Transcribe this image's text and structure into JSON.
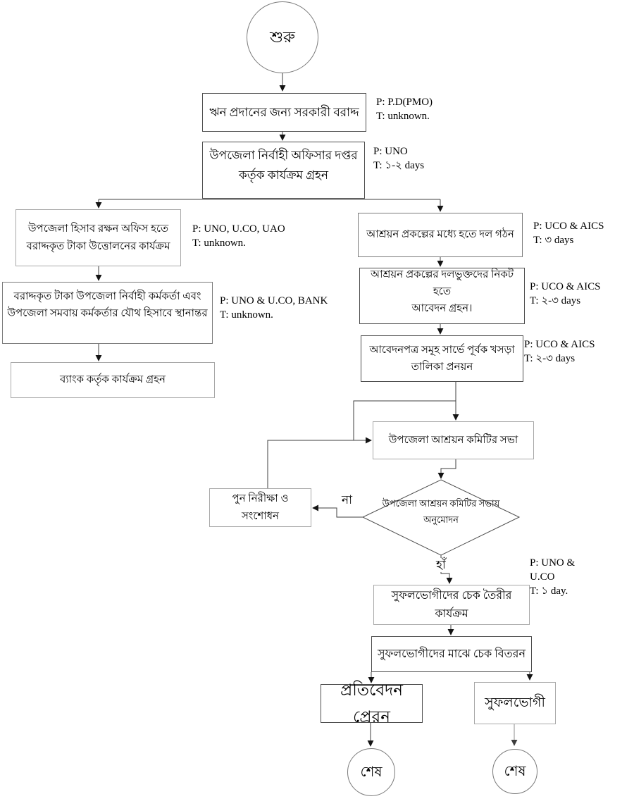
{
  "colors": {
    "background": "#ffffff",
    "line": "#3f3f3f",
    "text": "#000000"
  },
  "flowchart": {
    "start": {
      "label": "শুরু"
    },
    "end_left": {
      "label": "শেষ"
    },
    "end_right": {
      "label": "শেষ"
    },
    "nodes": {
      "govt_allocation": {
        "label": "ঋন প্রদানের জন্য সরকারী বরাদ্দ",
        "annotation": "P: P.D(PMO)\nT: unknown."
      },
      "uno_office": {
        "label": "উপজেলা নির্বাহী অফিসার দপ্তর\nকর্তৃক কার্যক্রম গ্রহন",
        "annotation": "P: UNO\nT: ১-২ days"
      },
      "accounts_office": {
        "label": "উপজেলা হিসাব রক্ষন অফিস হতে\nবরাদ্দকৃত টাকা উত্তোলনের কার্যক্রম",
        "annotation": "P: UNO, U.CO, UAO\nT: unknown."
      },
      "joint_account": {
        "label": "বরাদ্দকৃত টাকা উপজেলা নির্বাহী কর্মকর্তা এবং\nউপজেলা সমবায় কর্মকর্তার যৌথ হিসাবে স্থানান্তর",
        "annotation": "P: UNO & U.CO, BANK\nT: unknown."
      },
      "bank_action": {
        "label": "ব্যাংক কর্তৃক কার্যক্রম গ্রহন"
      },
      "group_formation": {
        "label": "আশ্রয়ন প্রকল্পের মধ্যে হতে দল গঠন",
        "annotation": "P: UCO & AICS\nT: ৩ days"
      },
      "application_receive": {
        "label": "আশ্রয়ন প্রকল্পের দলভুক্তদের নিকট হতে\nআবেদন গ্রহন।",
        "annotation": "P: UCO & AICS\nT: ২-৩ days"
      },
      "draft_list": {
        "label": "আবেদনপত্র সমূহ সার্ভে পূর্বক খসড়া\nতালিকা প্রনয়ন",
        "annotation": "P: UCO & AICS\nT: ২-৩ days"
      },
      "committee_meeting": {
        "label": "উপজেলা আশ্রয়ন কমিটির সভা"
      },
      "revision": {
        "label": "পুন নিরীক্ষা ও সংশোধন"
      },
      "decision": {
        "label": "উপজেলা আশ্রয়ন কমিটির সভায়\nঅনুমোদন",
        "no_label": "না",
        "yes_label": "হাঁ",
        "annotation": "P: UNO &\nU.CO\nT: ১ day."
      },
      "cheque_prepare": {
        "label": "সুফলভোগীদের চেক তৈরীর কার্যক্রম"
      },
      "cheque_distribute": {
        "label": "সুফলভোগীদের মাঝে চেক বিতরন"
      },
      "report_send": {
        "label": "প্রতিবেদন প্রেরন"
      },
      "beneficiary": {
        "label": "সুফলভোগী"
      }
    }
  }
}
